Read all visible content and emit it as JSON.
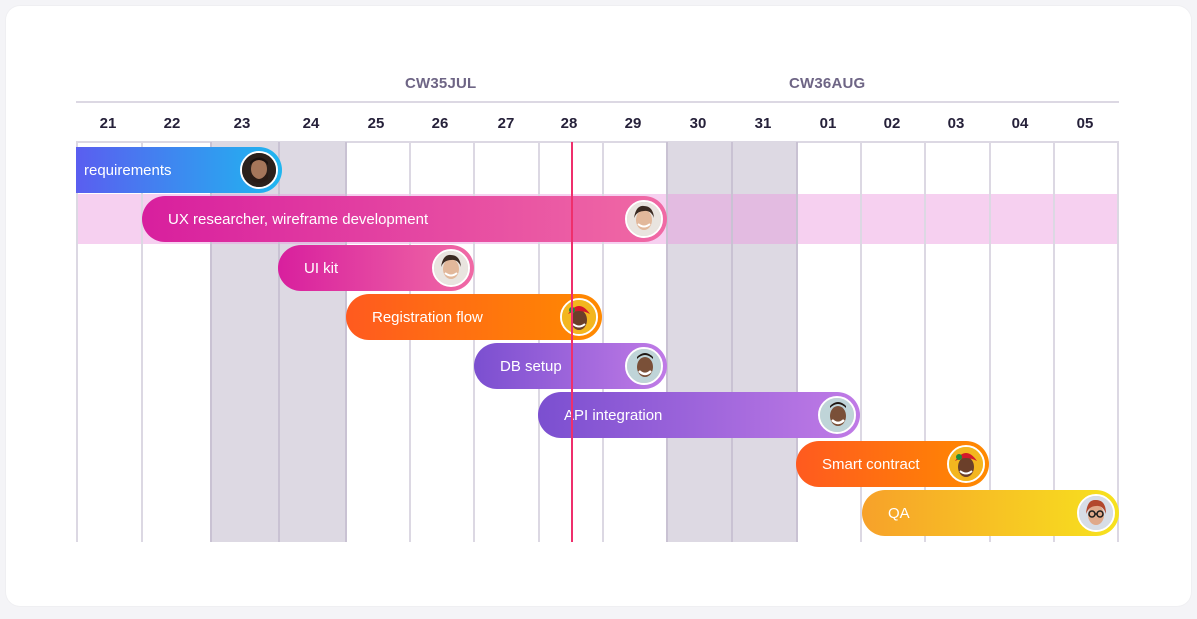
{
  "weeks": [
    {
      "label": "CW35JUL"
    },
    {
      "label": "CW36AUG"
    }
  ],
  "days": [
    "21",
    "22",
    "23",
    "24",
    "25",
    "26",
    "27",
    "28",
    "29",
    "30",
    "31",
    "01",
    "02",
    "03",
    "04",
    "05"
  ],
  "weekend_days": [
    "23",
    "24",
    "30",
    "31"
  ],
  "today": "28",
  "colors": {
    "today_line": "#ef2f6c",
    "highlight_band": "#f3c6ef",
    "weekend": "#ddd9e3"
  },
  "tasks": [
    {
      "label": "requirements",
      "avatar": "man-beard-avatar",
      "gradient": [
        "#5a5ef0",
        "#1fb6f0"
      ]
    },
    {
      "label": "UX researcher, wireframe development",
      "avatar": "woman-short-hair-avatar",
      "gradient": [
        "#d81f9e",
        "#f06aa5"
      ]
    },
    {
      "label": "UI kit",
      "avatar": "woman-short-hair-avatar",
      "gradient": [
        "#d81f9e",
        "#f06aa5"
      ]
    },
    {
      "label": "Registration flow",
      "avatar": "man-red-hat-avatar",
      "gradient": [
        "#ff5a1f",
        "#ff8a00"
      ]
    },
    {
      "label": "DB setup",
      "avatar": "man-smiling-avatar",
      "gradient": [
        "#7b4fd0",
        "#c07be6"
      ]
    },
    {
      "label": "API integration",
      "avatar": "man-smiling-avatar",
      "gradient": [
        "#7b4fd0",
        "#c07be6"
      ]
    },
    {
      "label": "Smart contract",
      "avatar": "man-red-hat-avatar",
      "gradient": [
        "#ff5a1f",
        "#ff8a00"
      ]
    },
    {
      "label": "QA",
      "avatar": "woman-glasses-avatar",
      "gradient": [
        "#f7a12a",
        "#f7e21e"
      ]
    }
  ]
}
